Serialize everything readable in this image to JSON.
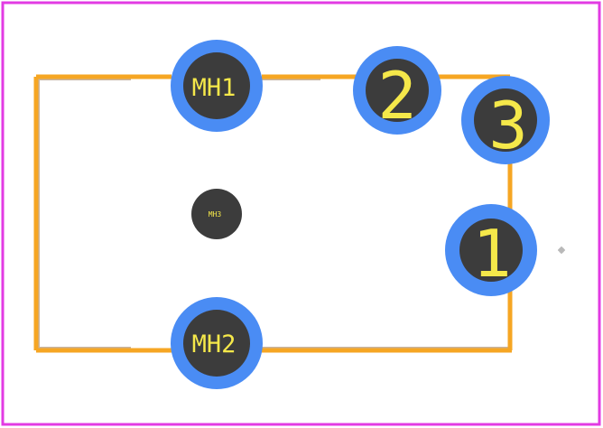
{
  "footprint": {
    "colors": {
      "board_outline": "#e23be3",
      "silkscreen": "#f6a623",
      "courtyard": "#c8b4a0",
      "pad_ring": "#4a8cf4",
      "pad_hole": "#3c3c3c",
      "pad_text": "#f5e84a",
      "origin_marker": "#b9b9b9"
    },
    "pads": [
      {
        "id": "mh1",
        "label": "MH1"
      },
      {
        "id": "pin2",
        "label": "2"
      },
      {
        "id": "pin3",
        "label": "3"
      },
      {
        "id": "pin1",
        "label": "1"
      },
      {
        "id": "mh3",
        "label": "MH3"
      },
      {
        "id": "mh2",
        "label": "MH2"
      }
    ]
  }
}
